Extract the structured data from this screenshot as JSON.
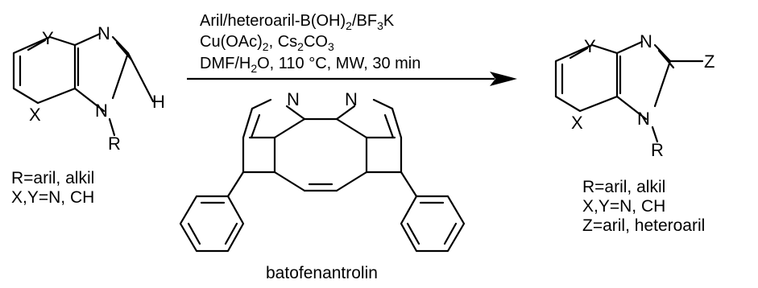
{
  "reactant": {
    "atoms": {
      "y": "Y",
      "x": "X",
      "n_top": "N",
      "n_bottom": "N",
      "h": "H",
      "r": "R"
    },
    "substituents": [
      "R=aril, alkil",
      "X,Y=N, CH"
    ]
  },
  "conditions": {
    "line1": {
      "main": "Aril/heteroaril-B(OH)",
      "sub1": "2",
      "mid": "/BF",
      "sub2": "3",
      "tail": "K"
    },
    "line2": {
      "a": "Cu(OAc)",
      "a_sub": "2",
      "b": ", Cs",
      "b_sub": "2",
      "c": "CO",
      "c_sub": "3"
    },
    "line3": {
      "a": "DMF/H",
      "a_sub": "2",
      "b": "O, 110 °C, MW, 30 min"
    }
  },
  "ligand": {
    "atoms": {
      "n_left": "N",
      "n_right": "N"
    },
    "name": "batofenantrolin"
  },
  "product": {
    "atoms": {
      "y": "Y",
      "x": "X",
      "n_top": "N",
      "n_bottom": "N",
      "z": "Z",
      "r": "R"
    },
    "substituents": [
      "R=aril, alkil",
      "X,Y=N, CH",
      "Z=aril, heteroaril"
    ]
  }
}
